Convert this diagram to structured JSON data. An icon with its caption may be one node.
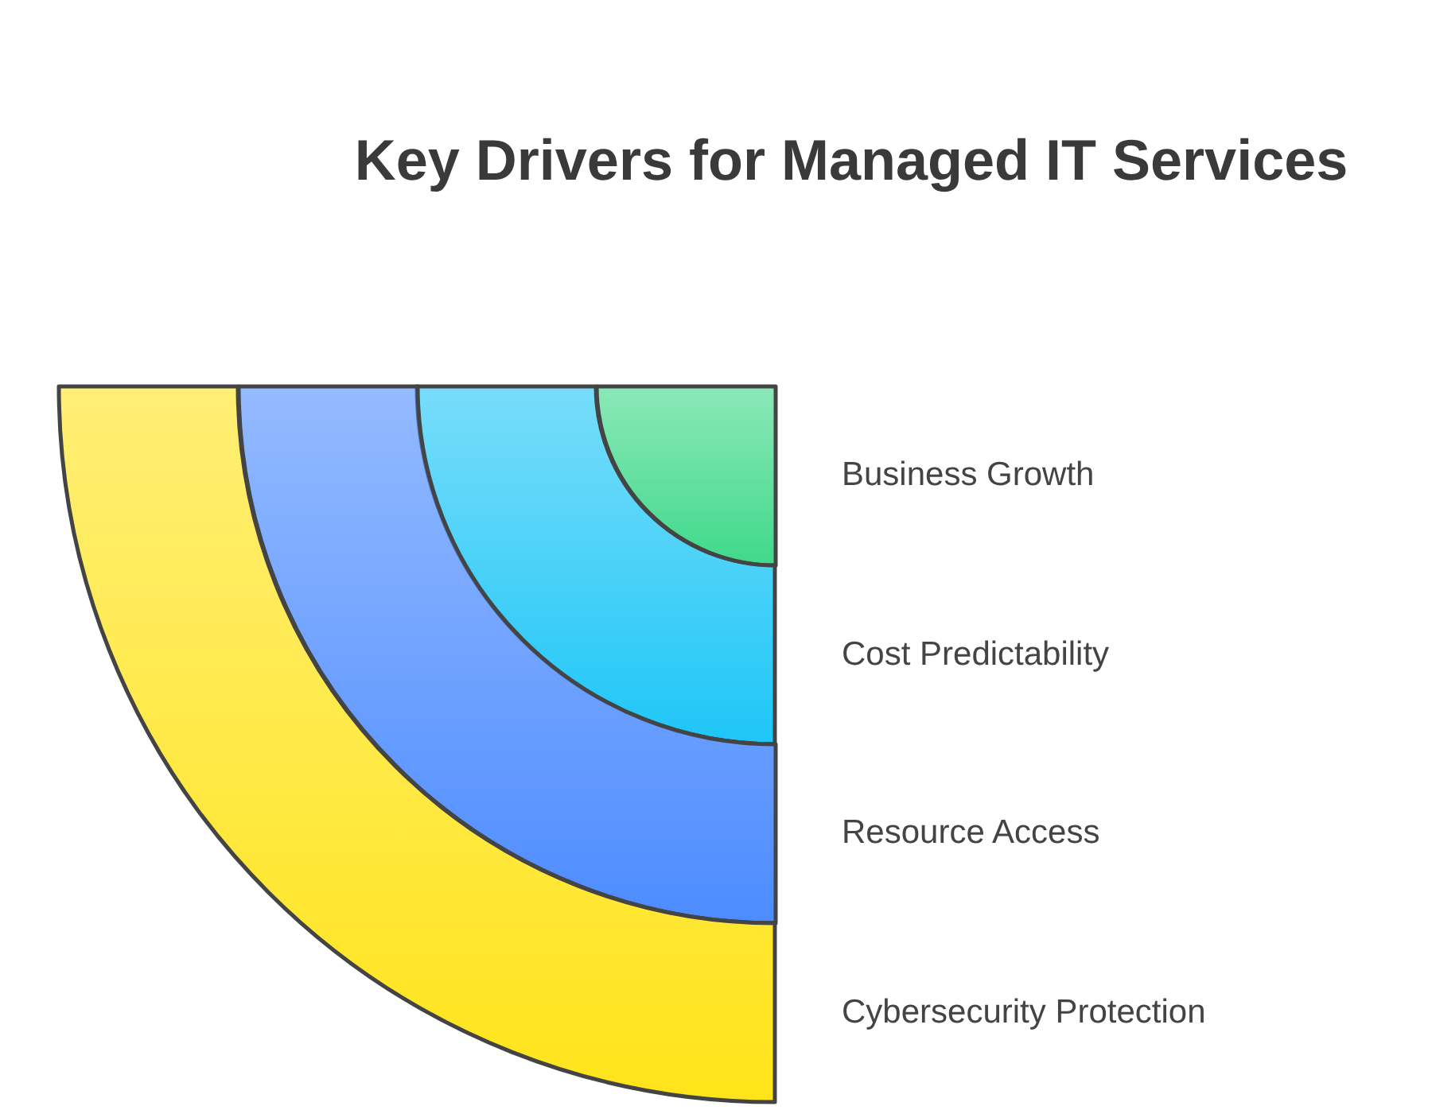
{
  "diagram": {
    "title": "Key Drivers for Managed IT Services",
    "nodes": [
      {
        "text": [
          "Business Growth"
        ]
      },
      {
        "text": [
          "Cost Predictability"
        ]
      },
      {
        "text": [
          "Resource Access"
        ]
      },
      {
        "text": [
          "Cybersecurity Protection"
        ]
      }
    ],
    "edges": []
  }
}
